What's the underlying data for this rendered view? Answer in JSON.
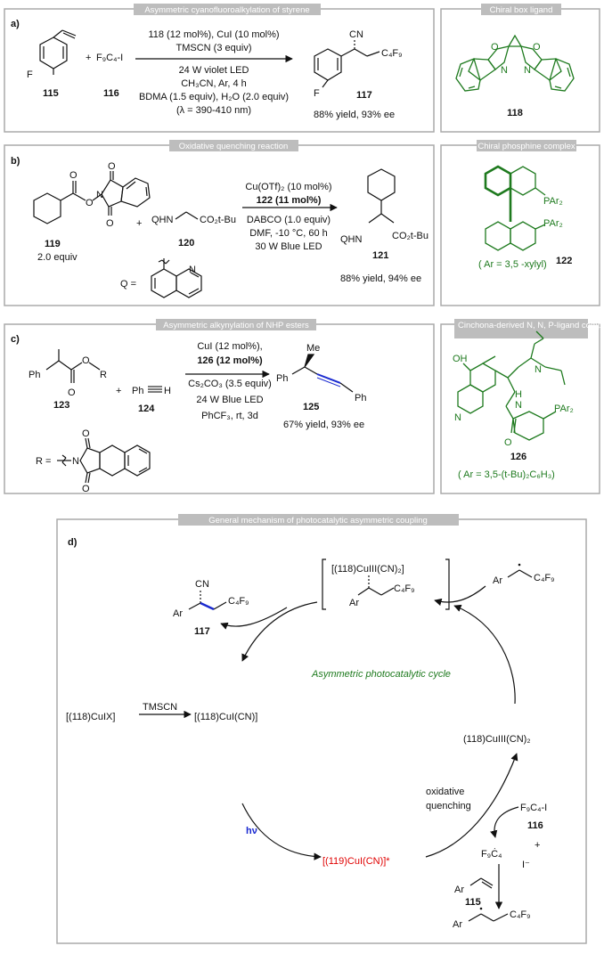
{
  "panels": {
    "a": {
      "letter": "a)",
      "title": "Asymmetric cyanofluoroalkylation of styrene",
      "reagent_f": "F",
      "reagent_rf": "F₉C₄-I",
      "plus": "+",
      "cmpd_styrene": "115",
      "cmpd_rfi": "116",
      "cond": [
        "118 (12 mol%), CuI (10 mol%)",
        "TMSCN (3 equiv)",
        "24 W violet LED",
        "CH₃CN, Ar, 4 h",
        "BDMA (1.5 equiv), H₂O (2.0 equiv)",
        "(λ = 390-410 nm)"
      ],
      "prod_cn": "CN",
      "prod_c4f9": "C₄F₉",
      "prod_f": "F",
      "prod_num": "117",
      "yield": "88% yield, 93% ee"
    },
    "a_side": {
      "title": "Chiral box ligand",
      "o1": "O",
      "o2": "O",
      "n1": "N",
      "n2": "N",
      "num": "118"
    },
    "b": {
      "letter": "b)",
      "title": "Oxidative quenching  reaction",
      "o_atoms": [
        "O",
        "O",
        "O",
        "O"
      ],
      "n_atom": "N",
      "cmpd_119": "119",
      "equiv_119": "2.0 equiv",
      "plus": "+",
      "qhn": "QHN",
      "co2tbu": "CO₂t-Bu",
      "cmpd_120": "120",
      "q_eq": "Q =",
      "q_n": "N",
      "cond": [
        "Cu(OTf)₂ (10 mol%)",
        "122 (11 mol%)",
        "DABCO (1.0 equiv)",
        "DMF, -10 °C, 60 h",
        "30 W Blue LED"
      ],
      "prod_qhn": "QHN",
      "prod_co2": "CO₂t-Bu",
      "prod_num": "121",
      "yield": "88% yield, 94% ee"
    },
    "b_side": {
      "title": "Chiral phosphine complex",
      "par1": "PAr₂",
      "par2": "PAr₂",
      "num": "122",
      "ar": "( Ar = 3,5 -xylyl)"
    },
    "c": {
      "letter": "c)",
      "title": "Asymmetric alkynylation of NHP esters",
      "ph": "Ph",
      "o_ester": "O",
      "o_carbonyl": "O",
      "r": "R",
      "cmpd_123": "123",
      "plus": "+",
      "alkyne_ph": "Ph",
      "alkyne_h": "H",
      "cmpd_124": "124",
      "cond": [
        "CuI (12 mol%),",
        "126 (12 mol%)",
        "Cs₂CO₃ (3.5 equiv)",
        "24 W Blue LED",
        "PhCF₃, rt, 3d"
      ],
      "prod_me": "Me",
      "prod_ph1": "Ph",
      "prod_ph2": "Ph",
      "prod_num": "125",
      "yield": "67% yield, 93% ee",
      "r_eq": "R =",
      "nhp_o1": "O",
      "nhp_o2": "O",
      "nhp_n": "N"
    },
    "c_side": {
      "title": "Cinchona-derived N, N, P-ligand complex",
      "oh": "OH",
      "n_quin": "N",
      "n_quinuc": "N",
      "nh": "H",
      "nh_n": "N",
      "co_o": "O",
      "par": "PAr₂",
      "num": "126",
      "ar": "( Ar = 3,5-(t-Bu)₂C₆H₃)"
    },
    "d": {
      "letter": "d)",
      "title": "General mechanism of photocatalytic asymmetric coupling",
      "cu3_complex": "[(118)CuIII(CN)₂]",
      "rad_ar": "Ar",
      "rad_c4f9": "C₄F₉",
      "prod_cn": "CN",
      "prod_ar": "Ar",
      "prod_c4f9": "C₄F₉",
      "prod_num": "117",
      "cycle_label": "Asymmetric photocatalytic cycle",
      "cu_x": "[(118)CuIX]",
      "tmscn": "TMSCN",
      "cu_cn": "[(118)CuI(CN)]",
      "cu3_right": "(118)CuIII(CN)₂",
      "hv": "hν",
      "excited": "[(119)CuI(CN)]*",
      "oxq1": "oxidative",
      "oxq2": "quenching",
      "rf_i": "F₉C₄-I",
      "rf_num": "116",
      "f9c4": "F₉Ċ₄",
      "plus": "+",
      "iodide": "I⁻",
      "styr_ar": "Ar",
      "styr_num": "115",
      "bot_ar": "Ar",
      "bot_c4f9": "C₄F₉"
    }
  }
}
